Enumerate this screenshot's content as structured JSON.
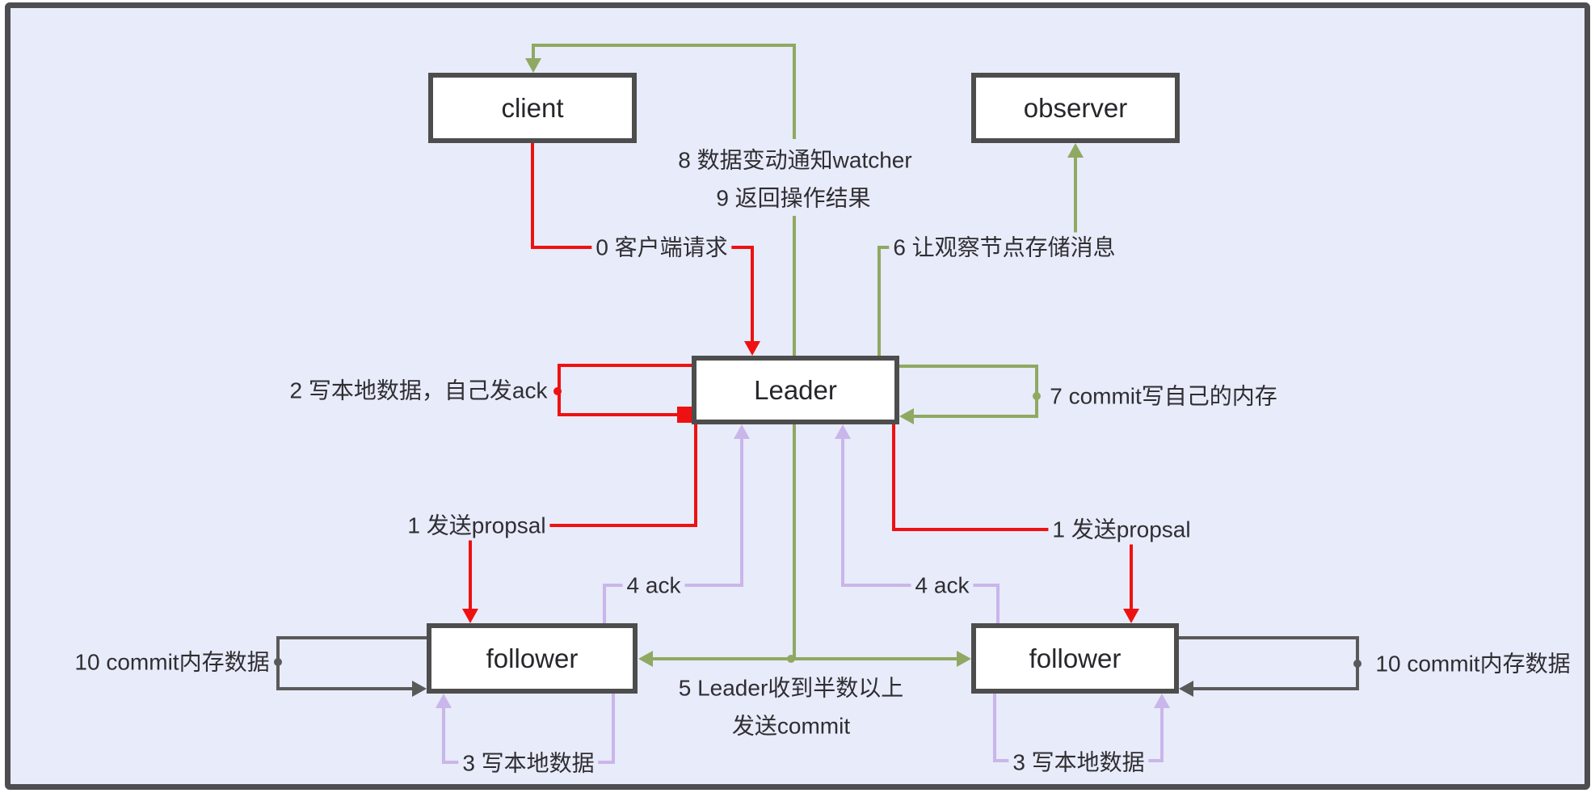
{
  "diagram": {
    "description": "ZooKeeper write-request flow diagram",
    "nodes": [
      {
        "id": "client",
        "label": "client"
      },
      {
        "id": "observer",
        "label": "observer"
      },
      {
        "id": "leader",
        "label": "Leader"
      },
      {
        "id": "follower_left",
        "label": "follower"
      },
      {
        "id": "follower_right",
        "label": "follower"
      }
    ],
    "edge_labels": {
      "e0": "0 客户端请求",
      "e1_left": "1 发送propsal",
      "e1_right": "1 发送propsal",
      "e2": "2 写本地数据，自己发ack",
      "e3_left": "3 写本地数据",
      "e3_right": "3 写本地数据",
      "e4_left": "4 ack",
      "e4_right": "4 ack",
      "e5_line1": "5 Leader收到半数以上",
      "e5_line2": "发送commit",
      "e6": "6 让观察节点存储消息",
      "e7": "7 commit写自己的内存",
      "e8": "8 数据变动通知watcher",
      "e9": "9 返回操作结果",
      "e10_left": "10 commit内存数据",
      "e10_right": "10 commit内存数据"
    },
    "colors": {
      "bg": "#e8ebf9",
      "frame": "#4d4d52",
      "node-border": "#4d4d4d",
      "red": "#ee1111",
      "green": "#8fa962",
      "purple": "#c9b6ea",
      "gray": "#595959"
    }
  }
}
